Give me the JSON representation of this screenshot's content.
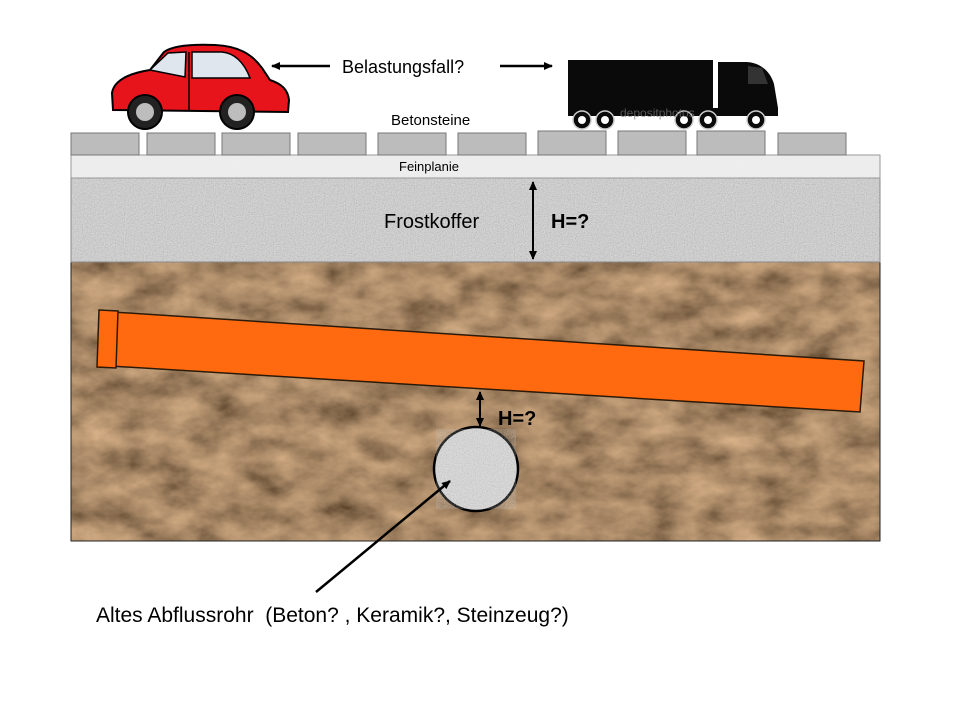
{
  "labels": {
    "load_case": "Belastungsfall?",
    "paving_stones": "Betonsteine",
    "fine_leveling": "Feinplanie",
    "frost_layer": "Frostkoffer",
    "height_frost": "H=?",
    "height_pipe": "H=?",
    "old_pipe": "Altes Abflussrohr  (Beton? , Keramik?, Steinzeug?)",
    "watermark": "depositphotos"
  },
  "colors": {
    "car_body": "#e8141c",
    "truck_body": "#0a0a0a",
    "pipe": "#ff6a10",
    "soil": "#4a3220",
    "gravel": "#d7d7d7",
    "paving": "#bdbdbd",
    "fine_sand": "#ececec"
  },
  "icons": {
    "car": "car-icon",
    "truck": "truck-icon"
  }
}
